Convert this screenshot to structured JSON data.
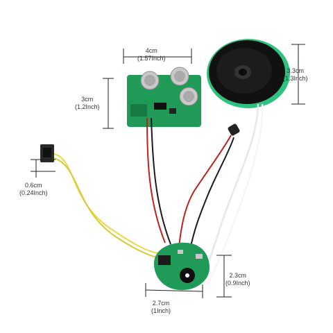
{
  "labels": {
    "top_board_width": {
      "metric": "4cm",
      "imperial": "(1.57Inch)"
    },
    "top_board_height": {
      "metric": "3cm",
      "imperial": "(1.2Inch)"
    },
    "speaker_diameter": {
      "metric": "3.3cm",
      "imperial": "(1.3Inch)"
    },
    "button_size": {
      "metric": "0.6cm",
      "imperial": "(0.24Inch)"
    },
    "bottom_board_height": {
      "metric": "2.3cm",
      "imperial": "(0.9Inch)"
    },
    "bottom_board_width": {
      "metric": "2.7cm",
      "imperial": "(1Inch)"
    }
  },
  "colors": {
    "pcb_green": "#1f9a57",
    "speaker_cone": "#111111",
    "speaker_rim": "#2ec27e",
    "wire_red": "#c0201c",
    "wire_black": "#1a1a1a",
    "wire_white": "#f2f2f2",
    "wire_yellow": "#e8d84a",
    "dimension_line": "#222222"
  }
}
